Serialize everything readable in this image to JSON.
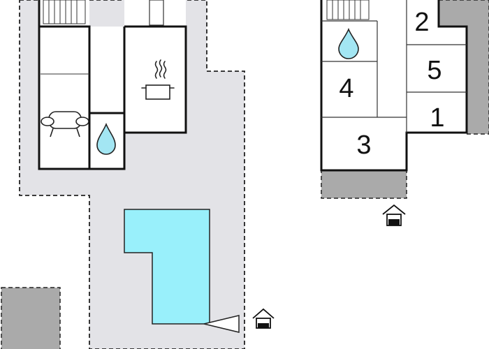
{
  "colors": {
    "outdoor_area": "#e3e3e7",
    "neighbor_building": "#aaaaaa",
    "pool_water": "#99f0fb",
    "water_drop": "#a3e6f3",
    "wall": "#111111",
    "background": "#ffffff"
  },
  "icons": {
    "staircase": "staircase-icon",
    "water_drop": "water-drop-icon",
    "cooking_pot": "cooking-pot-icon",
    "sofa": "sofa-icon",
    "entrance": "entrance-house-icon",
    "north": "north-arrow-icon"
  },
  "rooms": {
    "room_2": "2",
    "room_5": "5",
    "room_4": "4",
    "room_1": "1",
    "room_3": "3"
  }
}
